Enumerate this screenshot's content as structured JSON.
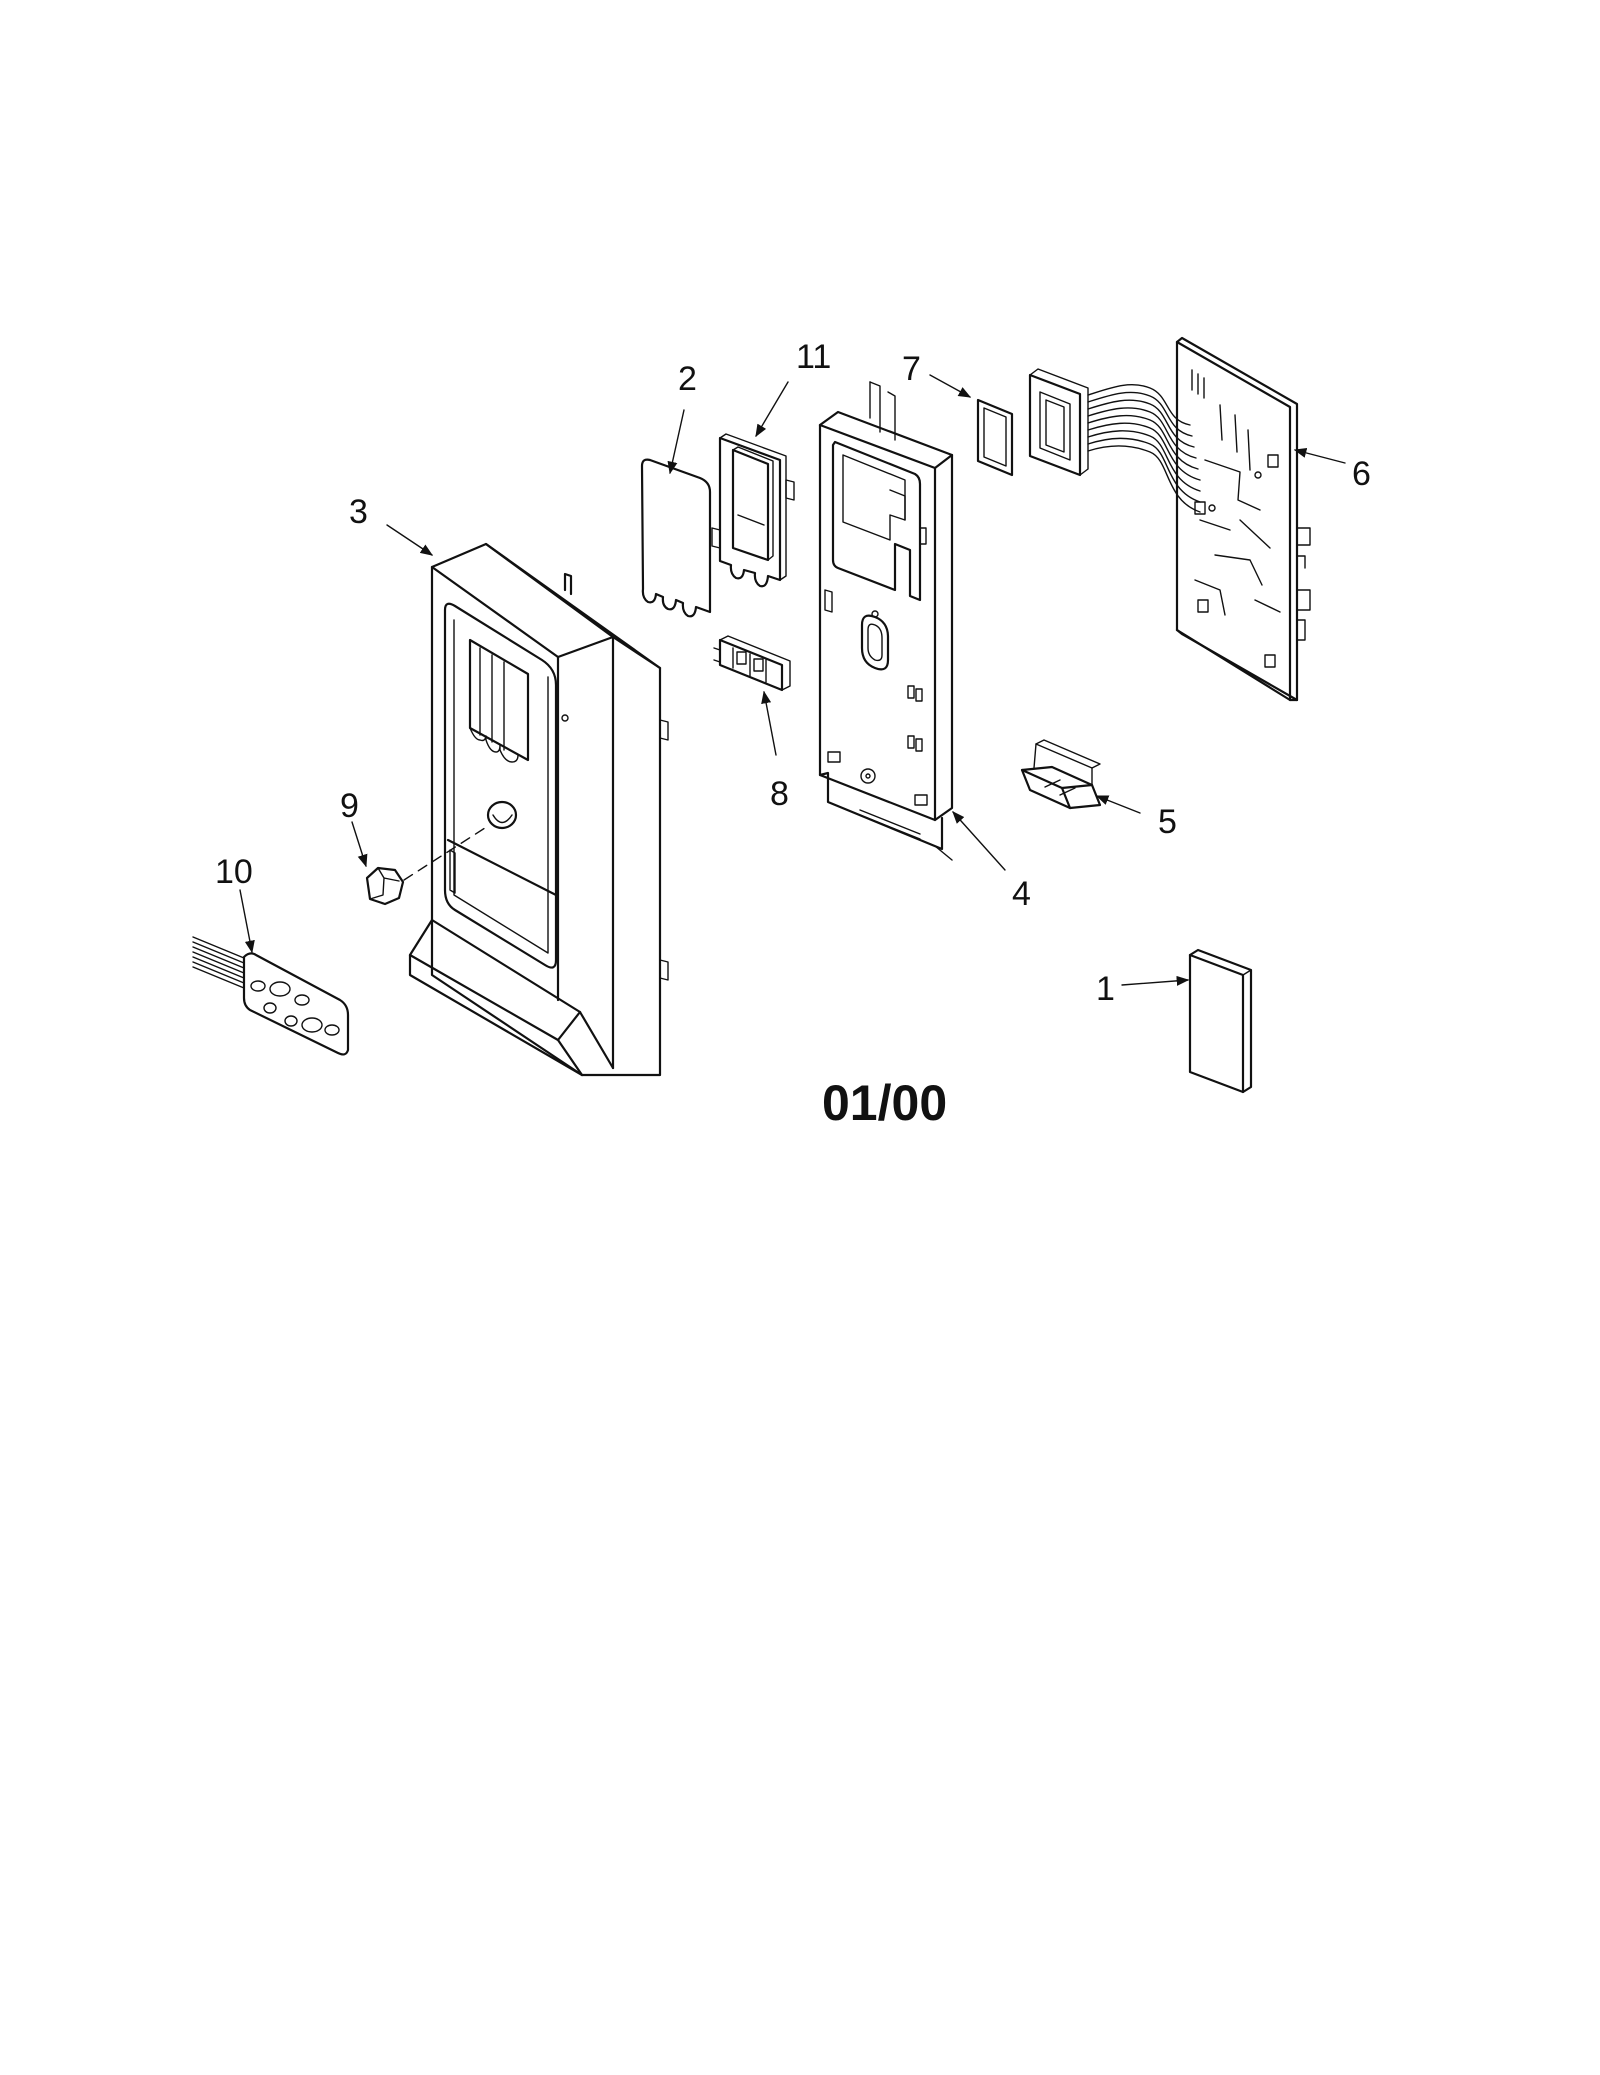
{
  "diagram": {
    "revision_code": "01/00",
    "callouts": [
      "1",
      "2",
      "3",
      "4",
      "5",
      "6",
      "7",
      "8",
      "9",
      "10",
      "11"
    ]
  }
}
